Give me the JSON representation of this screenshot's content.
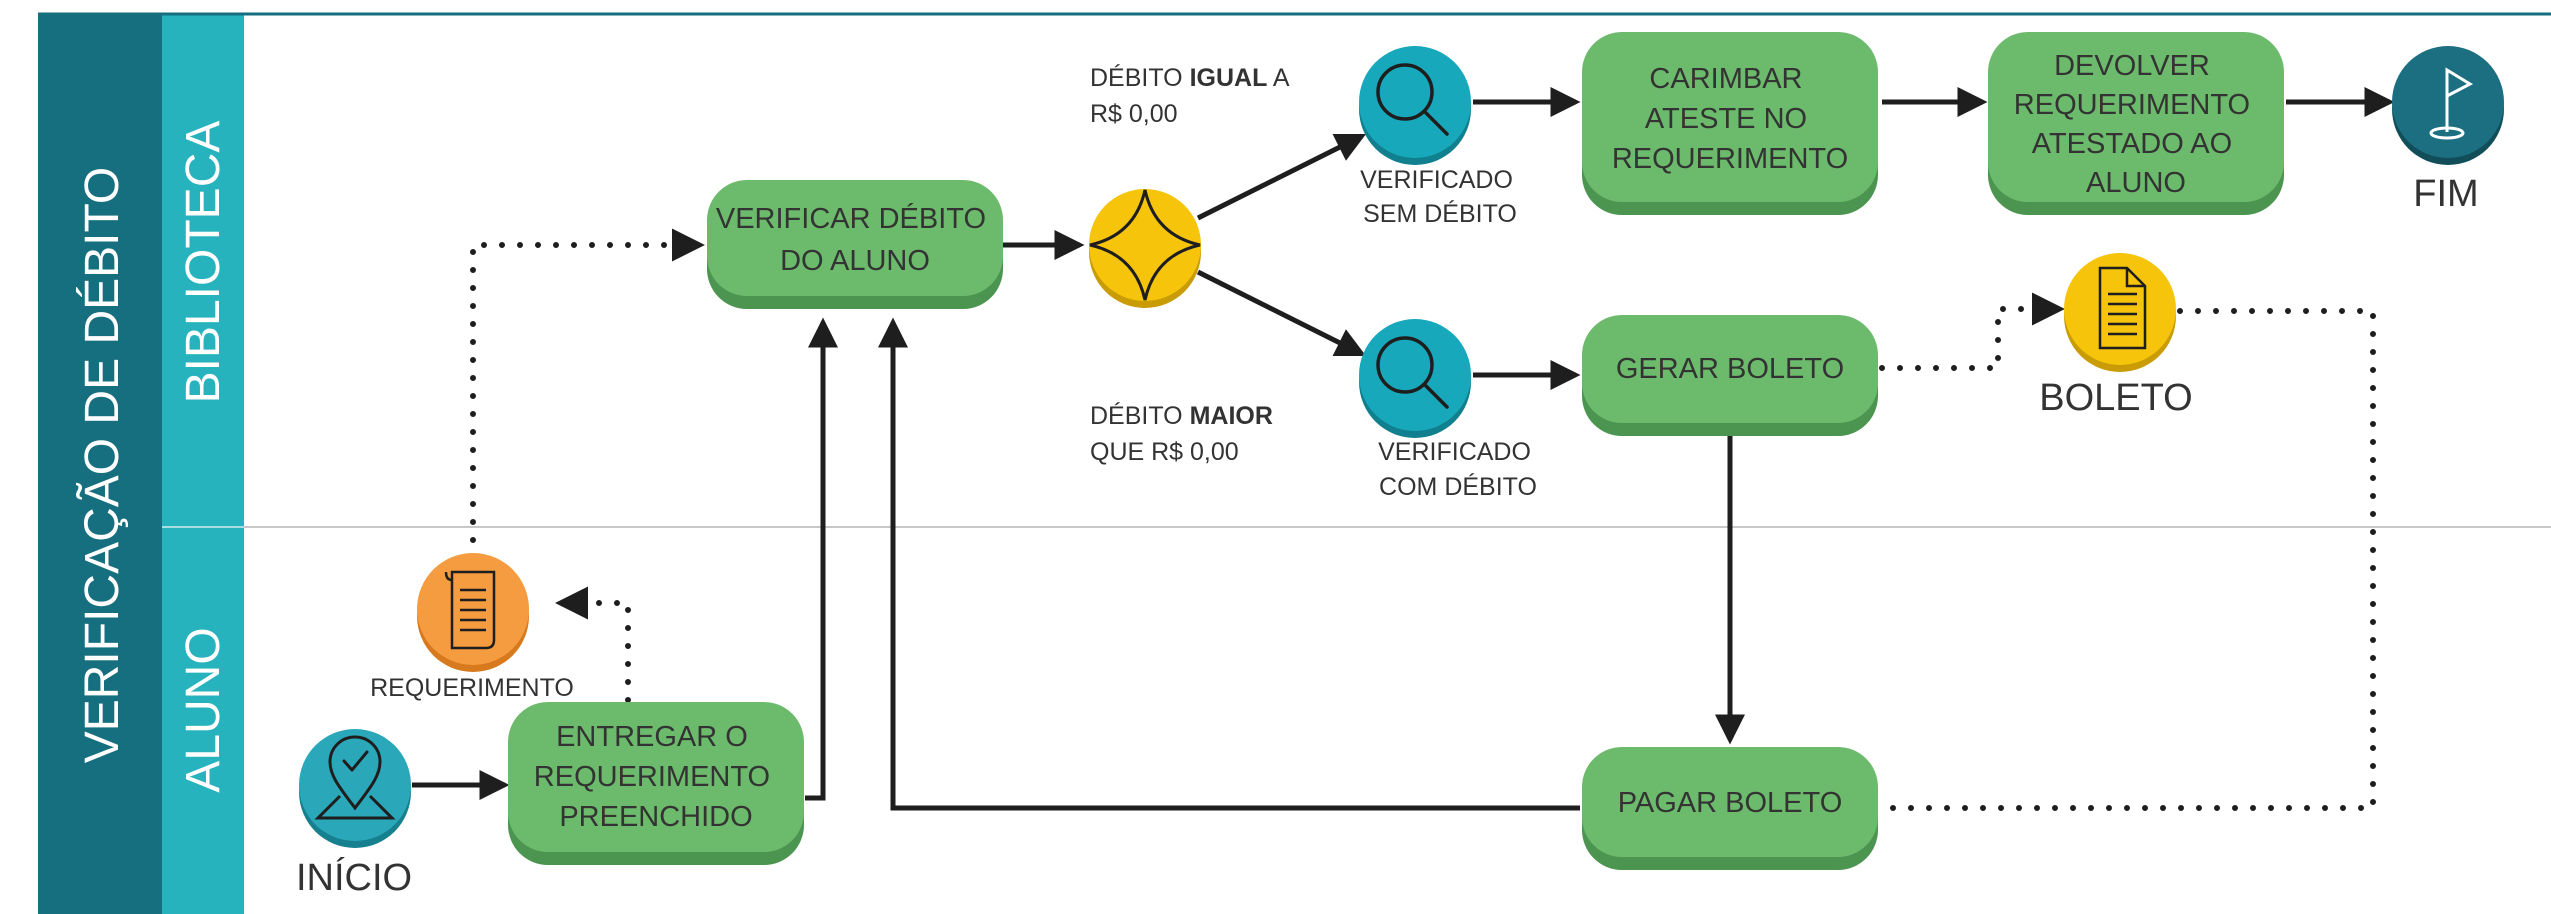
{
  "pool": {
    "title": "VERIFICAÇÃO DE DÉBITO"
  },
  "lanes": {
    "top": "BIBLIOTECA",
    "bottom": "ALUNO"
  },
  "tasks": {
    "verificar": [
      "VERIFICAR DÉBITO",
      "DO ALUNO"
    ],
    "carimbar": [
      "CARIMBAR",
      "ATESTE NO",
      "REQUERIMENTO"
    ],
    "devolver": [
      "DEVOLVER",
      "REQUERIMENTO",
      "ATESTADO AO",
      "ALUNO"
    ],
    "gerar": [
      "GERAR BOLETO"
    ],
    "entregar": [
      "ENTREGAR O",
      "REQUERIMENTO",
      "PREENCHIDO"
    ],
    "pagar": [
      "PAGAR BOLETO"
    ]
  },
  "conditions": {
    "igual": {
      "prefix": "DÉBITO ",
      "bold": "IGUAL",
      "suffix": " A",
      "line2": "R$ 0,00"
    },
    "maior": {
      "prefix": "DÉBITO ",
      "bold": "MAIOR",
      "line2": "QUE R$ 0,00"
    }
  },
  "events": {
    "sem_debito": [
      "VERIFICADO",
      "SEM DÉBITO"
    ],
    "com_debito": [
      "VERIFICADO",
      "COM DÉBITO"
    ],
    "inicio": "INÍCIO",
    "fim": "FIM"
  },
  "documents": {
    "requerimento": "REQUERIMENTO",
    "boleto": "BOLETO"
  },
  "colors": {
    "pool": "#156f7e",
    "lane": "#27b3be",
    "task": "#6cba6b",
    "task_shadow": "#4c9550",
    "gateway": "#f5c40b",
    "search": "#17a9bb",
    "start": "#2aa8ba",
    "end": "#1b6f80",
    "document_orange": "#f49c3f",
    "document_yellow": "#f5c40b"
  },
  "icons": {
    "gateway": "diamond-icon",
    "search": "magnifier-icon",
    "start": "location-pin-icon",
    "end": "flag-icon",
    "document": "document-icon"
  }
}
